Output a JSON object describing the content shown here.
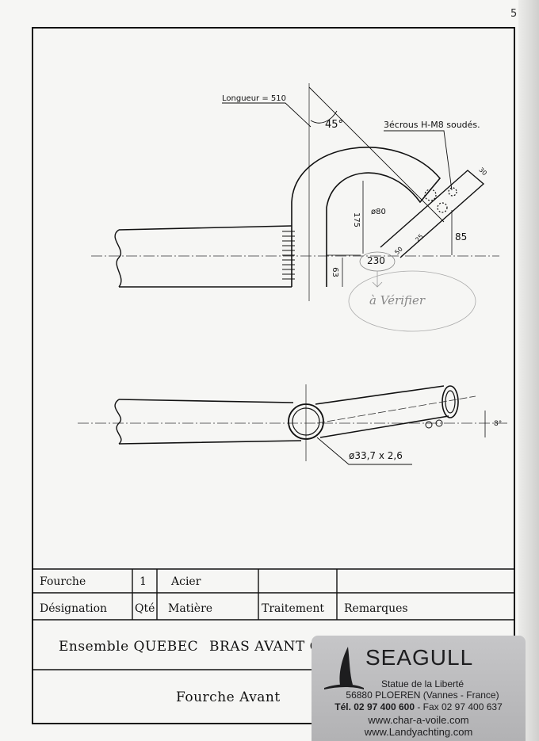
{
  "page_number": "5",
  "annotations": {
    "length_note": "Longueur = 510",
    "angle": "45°",
    "nuts_note": "3écrous H-M8 soudés.",
    "radius": "ø80",
    "height_175": "175",
    "width_230": "230",
    "height_85": "85",
    "height_63": "63",
    "dim_30": "30",
    "dim_25": "25",
    "dim_50": "50",
    "angle_8": "8°",
    "tube_spec": "ø33,7 x 2,6",
    "pencil_note": "à Vérifier"
  },
  "title_block": {
    "row1": {
      "designation": "Fourche",
      "qty": "1",
      "material": "Acier",
      "treatment": "",
      "remarks": ""
    },
    "headers": {
      "designation": "Désignation",
      "qty": "Qté",
      "material": "Matière",
      "treatment": "Traitement",
      "remarks": "Remarques"
    },
    "assembly_left": "Ensemble QUEBEC",
    "assembly_right": "BRAS AVANT C",
    "part_name": "Fourche Avant"
  },
  "card": {
    "brand": "SEAGULL",
    "line1": "Statue de la Liberté",
    "line2": "56880 PLOEREN (Vannes - France)",
    "line3_bold": "Tél. 02 97 400 600",
    "line3_rest": " - Fax 02 97 400 637",
    "web1": "www.char-a-voile.com",
    "web2": "www.Landyachting.com"
  }
}
